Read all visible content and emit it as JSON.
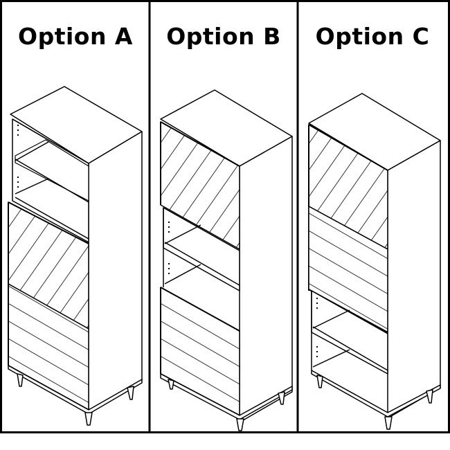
{
  "options": [
    {
      "id": "a",
      "label": "Option A"
    },
    {
      "id": "b",
      "label": "Option B"
    },
    {
      "id": "c",
      "label": "Option C"
    }
  ],
  "colors": {
    "line": "#000000",
    "background": "#ffffff"
  }
}
